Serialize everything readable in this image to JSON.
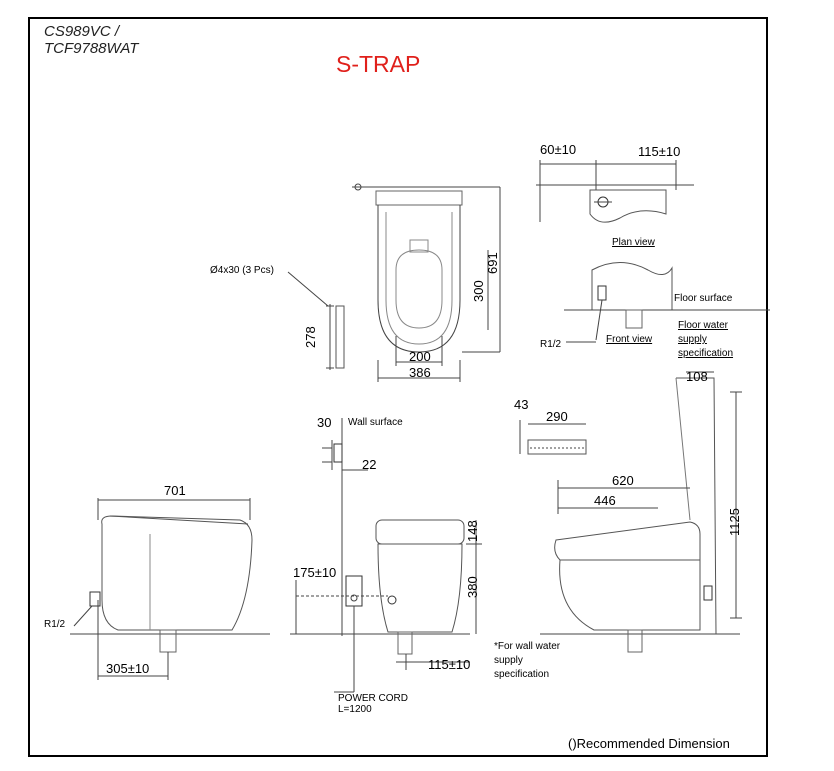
{
  "header": {
    "model_line1": "CS989VC /",
    "model_line2": "TCF9788WAT",
    "trap_type": "S-TRAP",
    "trap_color": "#e0201b"
  },
  "plan_side": {
    "dim_60": "60±10",
    "dim_115_top": "115±10",
    "plan_view": "Plan view",
    "floor_surface": "Floor surface",
    "r12_front": "R1/2",
    "front_view": "Front view",
    "floor_water_1": "Floor water",
    "floor_water_2": "supply",
    "floor_water_3": "specification"
  },
  "top_view": {
    "screw": "Ø4x30 (3 Pcs)",
    "dim_278": "278",
    "dim_300": "300",
    "dim_691": "691",
    "dim_200": "200",
    "dim_386": "386"
  },
  "bracket": {
    "dim_30": "30",
    "wall_surface": "Wall surface",
    "dim_22": "22"
  },
  "remote": {
    "dim_43": "43",
    "dim_290": "290"
  },
  "left_side": {
    "dim_701": "701",
    "r12": "R1/2",
    "dim_305": "305±10"
  },
  "front": {
    "dim_175": "175±10",
    "dim_148": "148",
    "dim_380": "380",
    "dim_115_bottom": "115±10",
    "power_cord_1": "POWER CORD",
    "power_cord_2": "L=1200"
  },
  "right_side": {
    "dim_108": "108",
    "dim_620": "620",
    "dim_446": "446",
    "dim_1125": "1125",
    "wall_note_1": "*For wall water",
    "wall_note_2": "supply",
    "wall_note_3": "specification"
  },
  "footer": {
    "recommended": "()Recommended Dimension"
  }
}
